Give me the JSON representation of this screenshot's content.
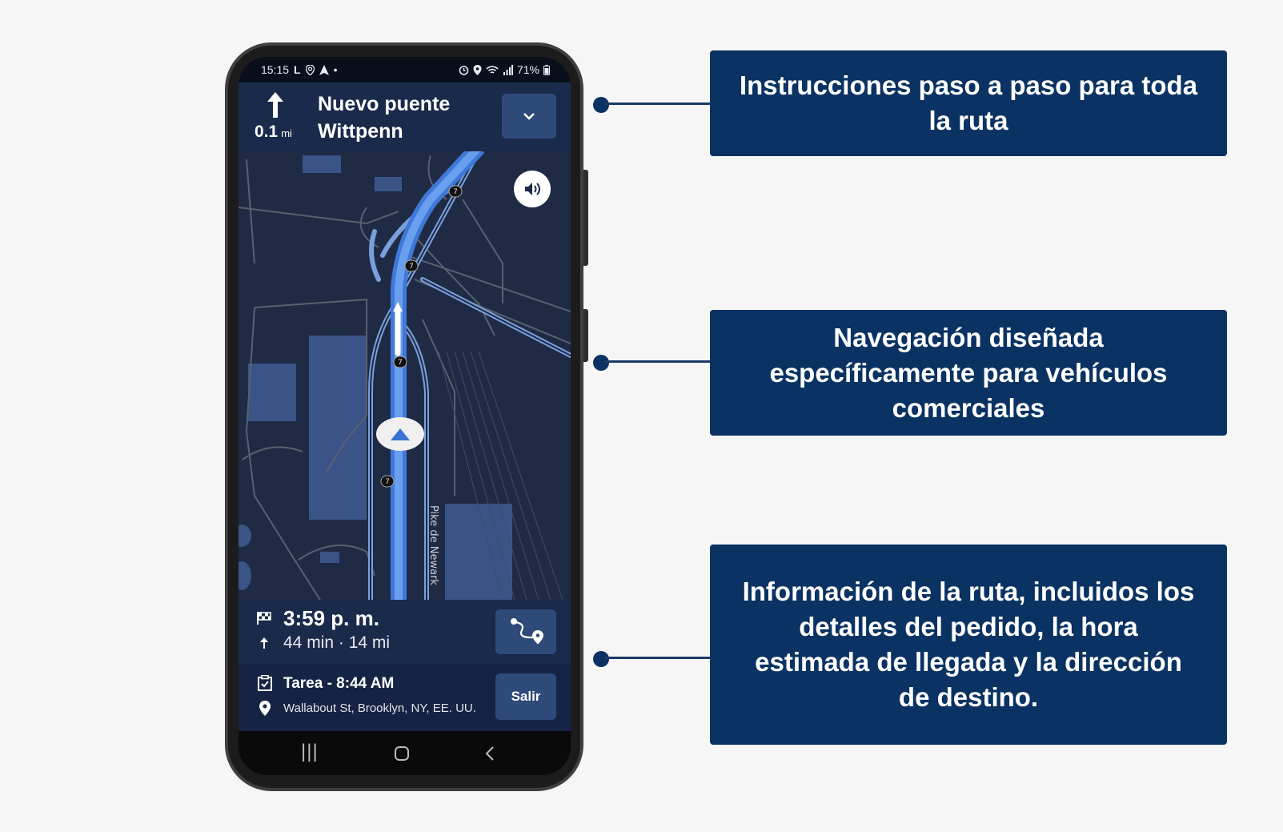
{
  "status_bar": {
    "time": "15:15",
    "left_icons": [
      "L",
      "location-icon",
      "navigation-icon",
      "•"
    ],
    "battery": "71%"
  },
  "nav_header": {
    "distance": "0.1",
    "distance_unit": "mi",
    "street_line1": "Nuevo puente",
    "street_line2": "Wittpenn"
  },
  "map": {
    "road_label": "Pike de Newark",
    "route_shield": "7",
    "colors": {
      "route": "#5b8fe0",
      "map_bg": "#1f2b45",
      "building": "#3a5488"
    }
  },
  "eta": {
    "arrival_time": "3:59 p. m.",
    "summary": "44 min · 14 mi"
  },
  "task": {
    "title": "Tarea - 8:44 AM",
    "address": "Wallabout St, Brooklyn, NY, EE. UU.",
    "exit_label": "Salir"
  },
  "callouts": [
    {
      "text": "Instrucciones paso a paso para toda la ruta"
    },
    {
      "text": "Navegación diseñada específicamente para vehículos comerciales"
    },
    {
      "text": "Información de la ruta, incluidos los detalles del pedido, la hora estimada de llegada y la dirección de destino."
    }
  ],
  "colors": {
    "callout_bg": "#0a3262",
    "panel_bg": "#1a2a4a",
    "button_bg": "#2e4a78"
  }
}
